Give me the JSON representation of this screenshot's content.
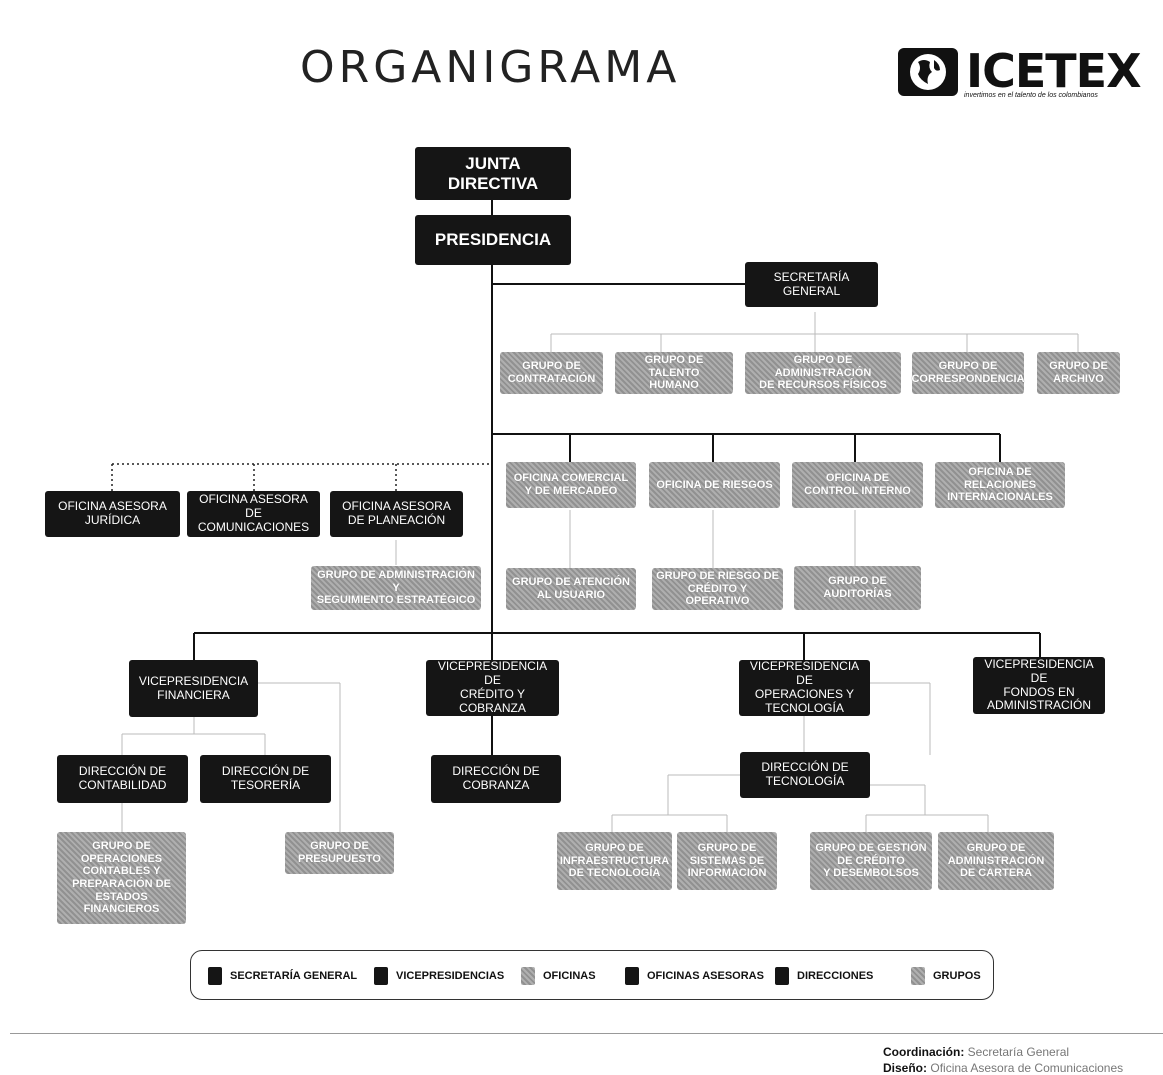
{
  "title": "ORGANIGRAMA",
  "logo": {
    "name": "ICETEX",
    "tagline": "invertimos en el talento de los colombianos"
  },
  "colors": {
    "dark_box": "#151515",
    "grey_box": "#9d9d9d",
    "line": "#111111"
  },
  "nodes": {
    "junta": "JUNTA DIRECTIVA",
    "presidencia": "PRESIDENCIA",
    "secretaria": "SECRETARÍA GENERAL",
    "g_contratacion": "GRUPO DE\nCONTRATACIÓN",
    "g_talento": "GRUPO DE TALENTO\nHUMANO",
    "g_recursos": "GRUPO DE ADMINISTRACIÓN\nDE RECURSOS FÍSICOS",
    "g_correspondencia": "GRUPO DE\nCORRESPONDENCIA",
    "g_archivo": "GRUPO DE\nARCHIVO",
    "of_juridica": "OFICINA ASESORA\nJURÍDICA",
    "of_comunicaciones": "OFICINA ASESORA\nDE COMUNICACIONES",
    "of_planeacion": "OFICINA ASESORA\nDE PLANEACIÓN",
    "g_seguimiento": "GRUPO DE ADMINISTRACIÓN Y\nSEGUIMIENTO ESTRATÉGICO",
    "of_comercial": "OFICINA COMERCIAL\nY DE MERCADEO",
    "of_riesgos": "OFICINA DE RIESGOS",
    "of_control": "OFICINA DE\nCONTROL INTERNO",
    "of_relaciones": "OFICINA DE RELACIONES\nINTERNACIONALES",
    "g_atencion": "GRUPO DE ATENCIÓN\nAL USUARIO",
    "g_riesgo": "GRUPO DE RIESGO DE\nCRÉDITO Y OPERATIVO",
    "g_auditorias": "GRUPO DE\nAUDITORÍAS",
    "vp_financiera": "VICEPRESIDENCIA\nFINANCIERA",
    "vp_credito": "VICEPRESIDENCIA DE\nCRÉDITO Y COBRANZA",
    "vp_operaciones": "VICEPRESIDENCIA DE\nOPERACIONES Y\nTECNOLOGÍA",
    "vp_fondos": "VICEPRESIDENCIA DE\nFONDOS EN\nADMINISTRACIÓN",
    "d_contabilidad": "DIRECCIÓN DE\nCONTABILIDAD",
    "d_tesoreria": "DIRECCIÓN DE\nTESORERÍA",
    "d_cobranza": "DIRECCIÓN DE\nCOBRANZA",
    "d_tecnologia": "DIRECCIÓN DE\nTECNOLOGÍA",
    "g_operaciones_contables": "GRUPO DE\nOPERACIONES\nCONTABLES Y\nPREPARACIÓN DE\nESTADOS FINANCIEROS",
    "g_presupuesto": "GRUPO DE\nPRESUPUESTO",
    "g_infraestructura": "GRUPO DE\nINFRAESTRUCTURA\nDE TECNOLOGÍA",
    "g_sistemas": "GRUPO DE\nSISTEMAS DE\nINFORMACIÓN",
    "g_gestion_credito": "GRUPO DE GESTIÓN\nDE CRÉDITO\nY DESEMBOLSOS",
    "g_cartera": "GRUPO DE\nADMINISTRACIÓN\nDE CARTERA"
  },
  "legend": [
    {
      "label": "SECRETARÍA GENERAL",
      "swatch": "dark"
    },
    {
      "label": "VICEPRESIDENCIAS",
      "swatch": "dark"
    },
    {
      "label": "OFICINAS",
      "swatch": "grey"
    },
    {
      "label": "OFICINAS ASESORAS",
      "swatch": "dark"
    },
    {
      "label": "DIRECCIONES",
      "swatch": "dark"
    },
    {
      "label": "GRUPOS",
      "swatch": "grey"
    }
  ],
  "credits": {
    "coordinacion_label": "Coordinación:",
    "coordinacion_value": "Secretaría General",
    "diseno_label": "Diseño:",
    "diseno_value": "Oficina Asesora de Comunicaciones"
  }
}
